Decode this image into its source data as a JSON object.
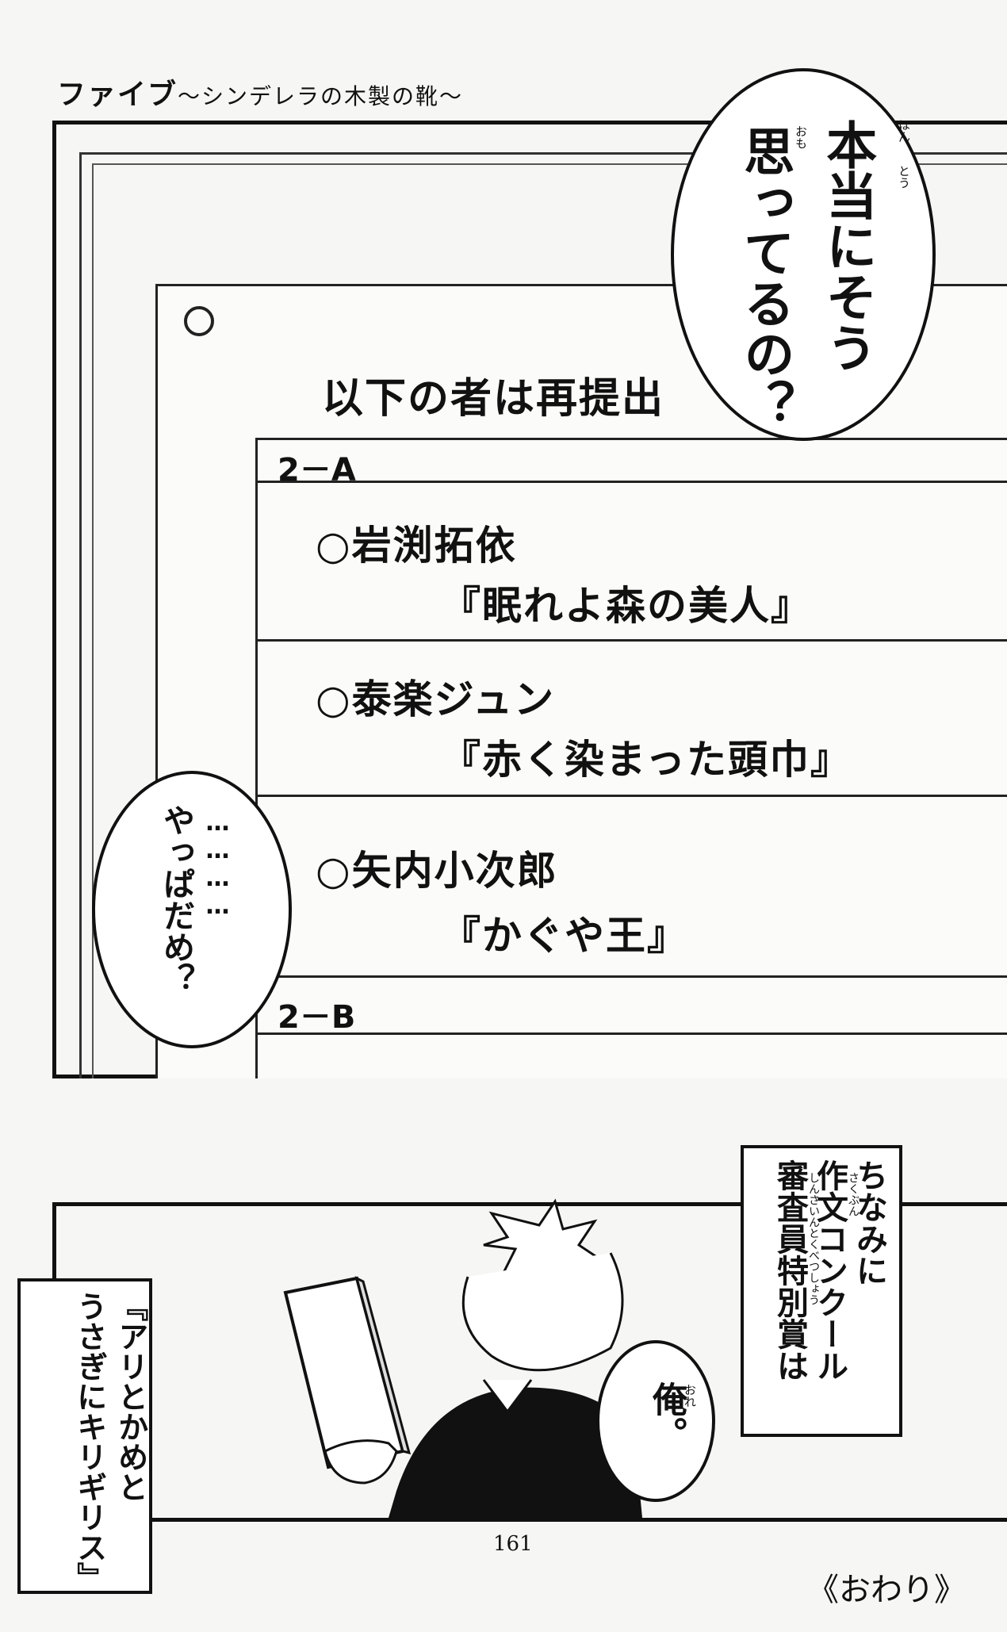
{
  "header": {
    "title": "ファイブ",
    "subtitle": "〜シンデレラの木製の靴〜"
  },
  "panel1": {
    "speech_big": {
      "line1": "本当にそう",
      "line2": "思ってるの？",
      "ruby_hon": "ほん",
      "ruby_to": "とう",
      "ruby_omo": "おも"
    },
    "notice": {
      "heading": "以下の者は再提出",
      "class_a": "2－A",
      "class_b": "2－B",
      "entries": [
        {
          "name": "○岩渕拓依",
          "title": "『眠れよ森の美人』"
        },
        {
          "name": "○泰楽ジュン",
          "title": "『赤く染まった頭巾』"
        },
        {
          "name": "○矢内小次郎",
          "title": "『かぐや王』"
        }
      ]
    },
    "speech_small": {
      "line1": "…………",
      "line2": "やっぱだめ？"
    }
  },
  "panel2": {
    "caption_right": {
      "line1": "ちなみに",
      "line2": "作文コンクール",
      "line3": "審査員特別賞は",
      "ruby_sakubun": "さくぶん",
      "ruby_shinsa": "しんさいんとくべつしょう"
    },
    "caption_left": {
      "line1": "『アリとかめと",
      "line2": "うさぎにキリギリス』"
    },
    "speech_ore": {
      "text": "俺。",
      "ruby": "おれ"
    }
  },
  "footer": {
    "page_number": "161",
    "owari": "《おわり》"
  }
}
